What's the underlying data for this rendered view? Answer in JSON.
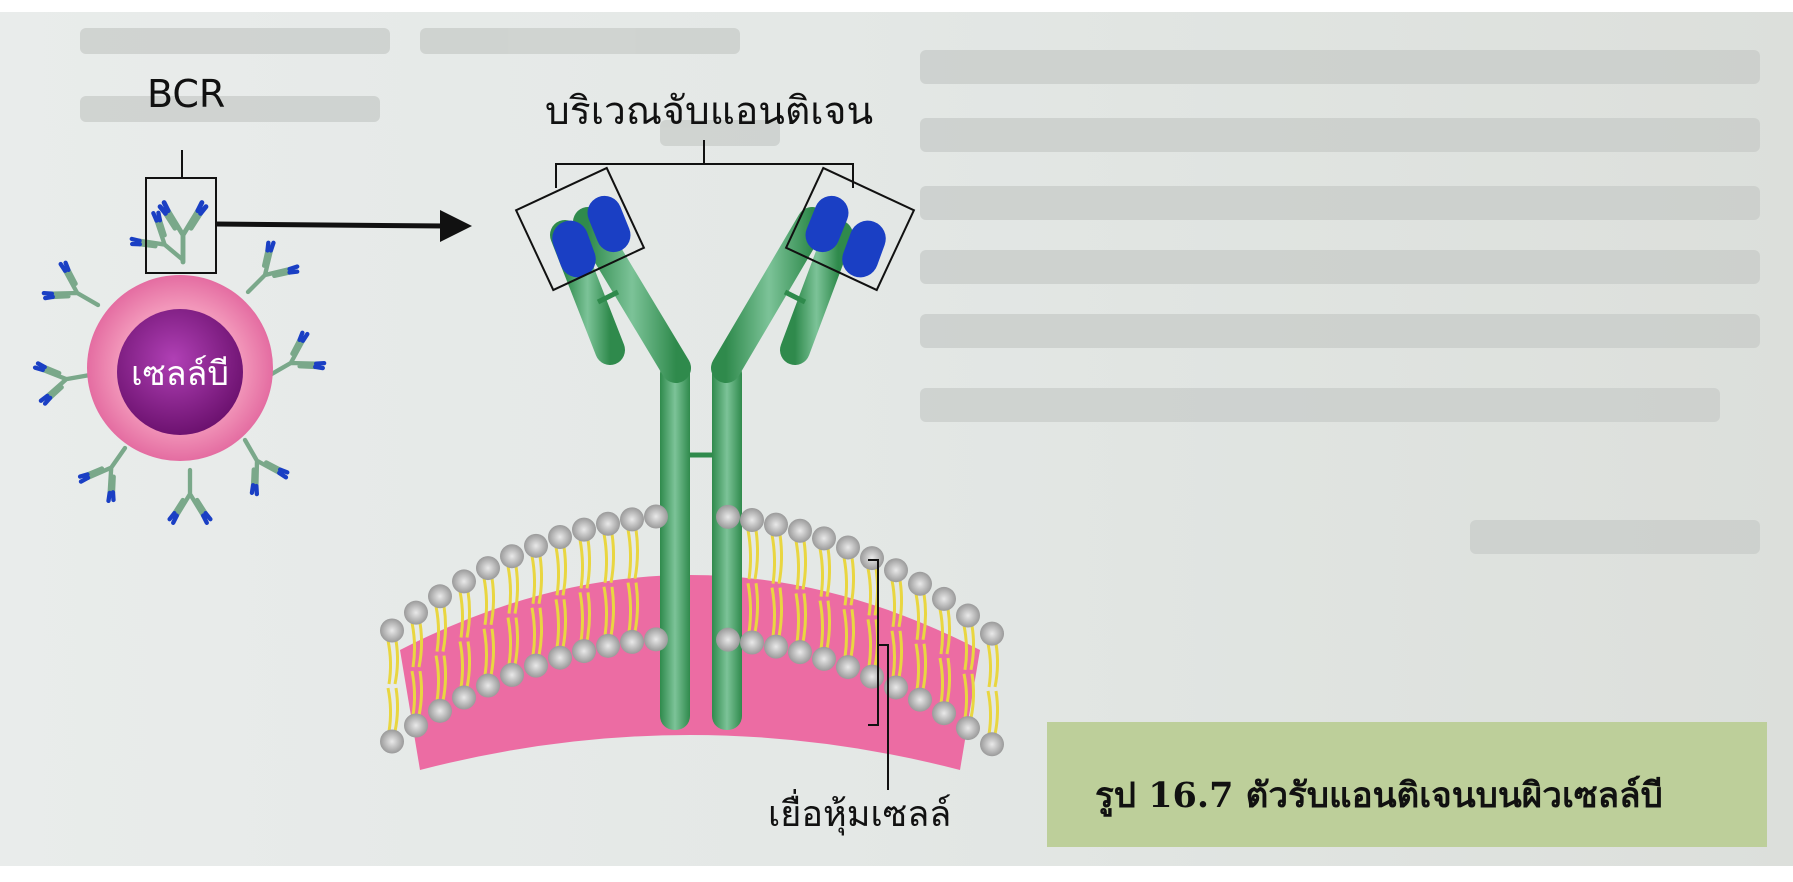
{
  "figure": {
    "labels": {
      "bcr": "BCR",
      "antigen_binding_site": "บริเวณจับแอนติเจน",
      "b_cell": "เซลล์บี",
      "cell_membrane": "เยื่อหุ้มเซลล์"
    },
    "caption": "รูป 16.7 ตัวรับแอนติเจนบนผิวเซลล์บี"
  },
  "colors": {
    "receptor_green": "#3f9a5c",
    "antigen_site_blue": "#1a3fc4",
    "cell_pink": "#ee7fa8",
    "nucleus_purple": "#8f1f93",
    "lipid_tail_yellow": "#e9d640",
    "caption_bg": "#bdcf9a"
  }
}
